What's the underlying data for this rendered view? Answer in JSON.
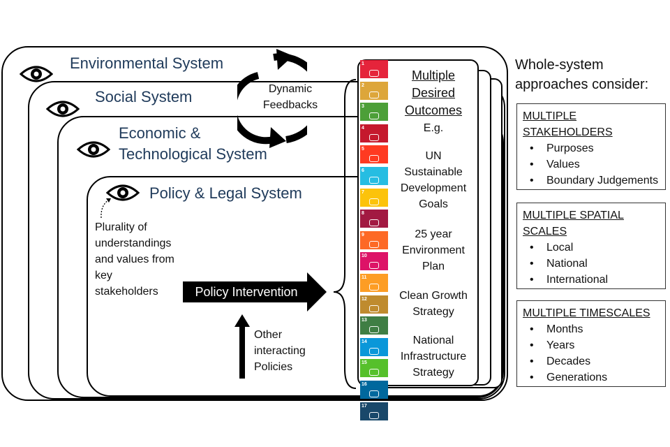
{
  "systems": {
    "environmental": "Environmental System",
    "social": "Social System",
    "economic_line1": "Economic &",
    "economic_line2": "Technological System",
    "policy": "Policy & Legal System"
  },
  "feedback": {
    "line1": "Dynamic",
    "line2": "Feedbacks"
  },
  "plurality": {
    "line1": "Plurality of",
    "line2": "understandings",
    "line3": "and values from",
    "line4": "key",
    "line5": "stakeholders"
  },
  "policy_intervention": "Policy Intervention",
  "other_policies": {
    "line1": "Other",
    "line2": "interacting",
    "line3": "Policies"
  },
  "outcomes": {
    "title1": "Multiple",
    "title2": "Desired",
    "title3": "Outcomes",
    "eg": "E.g.",
    "un1": "UN",
    "un2": "Sustainable",
    "un3": "Development",
    "un4": "Goals",
    "plan1": "25 year",
    "plan2": "Environment",
    "plan3": "Plan",
    "clean1": "Clean Growth",
    "clean2": "Strategy",
    "nat1": "National",
    "nat2": "Infrastructure",
    "nat3": "Strategy"
  },
  "sdg_tiles": [
    {
      "num": "1",
      "color": "#e5243b"
    },
    {
      "num": "2",
      "color": "#dda63a"
    },
    {
      "num": "3",
      "color": "#4c9f38"
    },
    {
      "num": "4",
      "color": "#c5192d"
    },
    {
      "num": "5",
      "color": "#ff3a21"
    },
    {
      "num": "6",
      "color": "#26bde2"
    },
    {
      "num": "7",
      "color": "#fcc30b"
    },
    {
      "num": "8",
      "color": "#a21942"
    },
    {
      "num": "9",
      "color": "#fd6925"
    },
    {
      "num": "10",
      "color": "#dd1367"
    },
    {
      "num": "11",
      "color": "#fd9d24"
    },
    {
      "num": "12",
      "color": "#bf8b2e"
    },
    {
      "num": "13",
      "color": "#3f7e44"
    },
    {
      "num": "14",
      "color": "#0a97d9"
    },
    {
      "num": "15",
      "color": "#56c02b"
    },
    {
      "num": "16",
      "color": "#00689d"
    },
    {
      "num": "17",
      "color": "#19486a"
    }
  ],
  "whole_system": {
    "line1": "Whole-system",
    "line2": "approaches consider:"
  },
  "stakeholders_box": {
    "hdr1": "MULTIPLE",
    "hdr2": "STAKEHOLDERS",
    "items": [
      "Purposes",
      "Values",
      "Boundary Judgements"
    ]
  },
  "spatial_box": {
    "hdr1": "MULTIPLE SPATIAL",
    "hdr2": "SCALES",
    "items": [
      "Local",
      "National",
      "International"
    ]
  },
  "timescales_box": {
    "hdr1": "MULTIPLE TIMESCALES",
    "items": [
      "Months",
      "Years",
      "Decades",
      "Generations"
    ]
  },
  "colors": {
    "title_blue": "#1f3a5a",
    "line": "#000000"
  }
}
